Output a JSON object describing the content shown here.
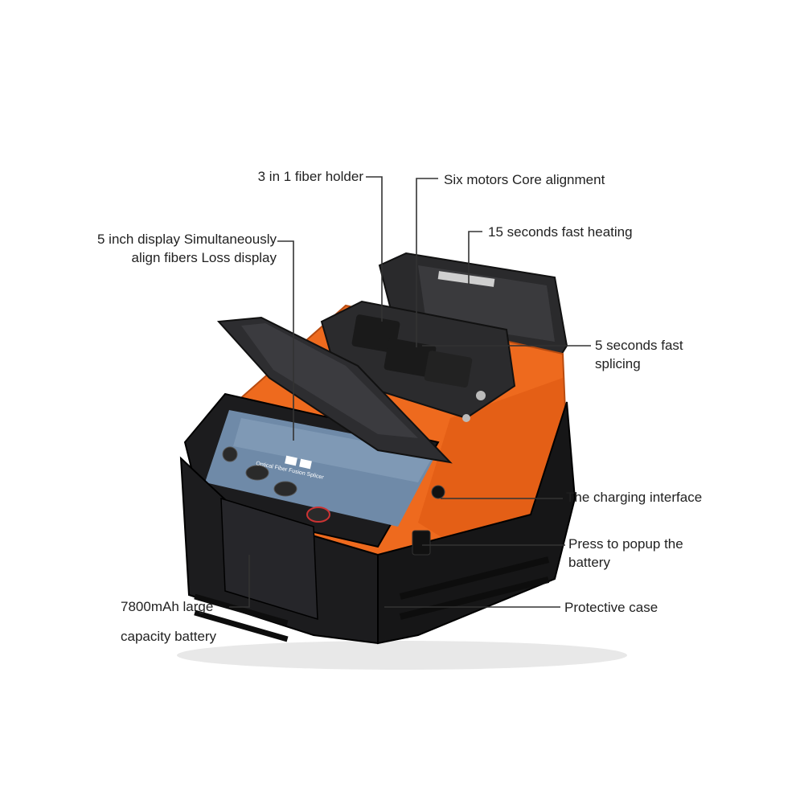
{
  "callouts": {
    "fiber_holder": "3 in 1 fiber holder",
    "six_motors": "Six motors  Core alignment",
    "display_line1": "5 inch display Simultaneously",
    "display_line2": "align fibers Loss display",
    "heating": "15 seconds fast heating",
    "splicing_line1": "5 seconds fast",
    "splicing_line2": "splicing",
    "charging": "The charging interface",
    "popup_line1": "Press to popup the",
    "popup_line2": "battery",
    "battery_line1": "7800mAh large",
    "battery_line2": "capacity battery",
    "case": "Protective case"
  },
  "device": {
    "screen_brand": "Optical Fiber Fusion Splicer"
  },
  "colors": {
    "orange": "#ee6a1e",
    "body": "#1c1c1e",
    "screen": "#6f8aa8",
    "line": "#333333"
  }
}
